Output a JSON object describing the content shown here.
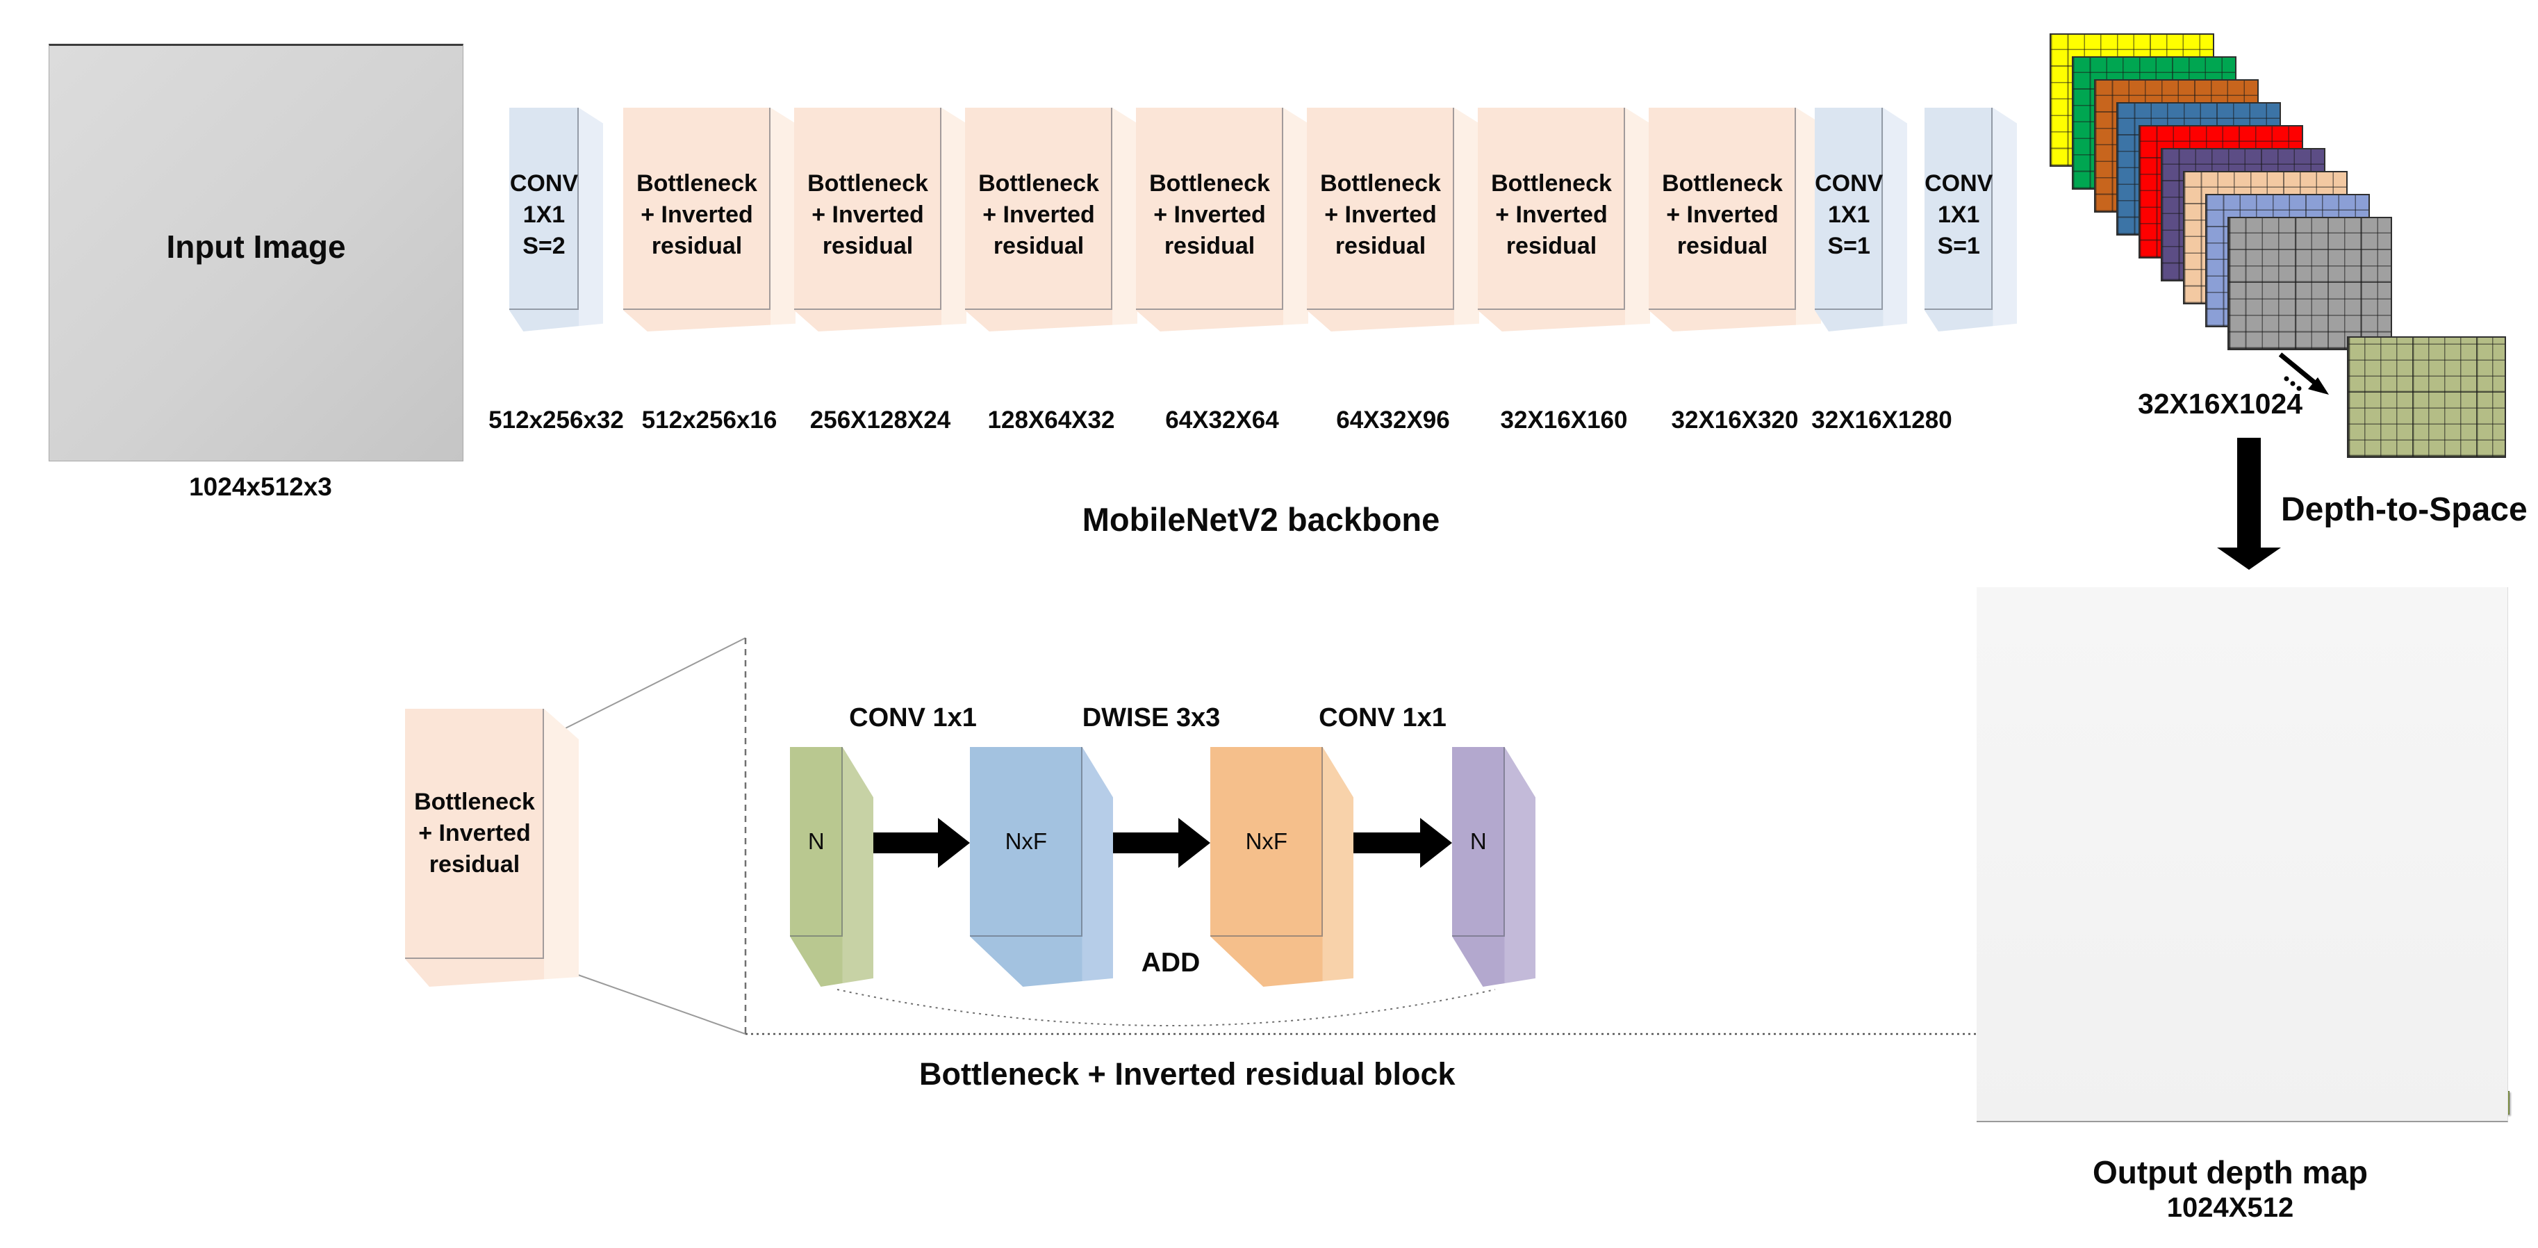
{
  "backbone": {
    "title": "MobileNetV2 backbone",
    "input": {
      "label": "Input Image",
      "caption": "1024x512x3"
    },
    "blocks": [
      {
        "kind": "conv",
        "lines": [
          "CONV",
          "1X1",
          "S=2"
        ],
        "caption": "512x256x32"
      },
      {
        "kind": "bottleneck",
        "lines": [
          "Bottleneck",
          "+ Inverted",
          "residual"
        ],
        "caption": "512x256x16"
      },
      {
        "kind": "bottleneck",
        "lines": [
          "Bottleneck",
          "+ Inverted",
          "residual"
        ],
        "caption": "256X128X24"
      },
      {
        "kind": "bottleneck",
        "lines": [
          "Bottleneck",
          "+ Inverted",
          "residual"
        ],
        "caption": "128X64X32"
      },
      {
        "kind": "bottleneck",
        "lines": [
          "Bottleneck",
          "+ Inverted",
          "residual"
        ],
        "caption": "64X32X64"
      },
      {
        "kind": "bottleneck",
        "lines": [
          "Bottleneck",
          "+ Inverted",
          "residual"
        ],
        "caption": "64X32X96"
      },
      {
        "kind": "bottleneck",
        "lines": [
          "Bottleneck",
          "+ Inverted",
          "residual"
        ],
        "caption": "32X16X160"
      },
      {
        "kind": "bottleneck",
        "lines": [
          "Bottleneck",
          "+ Inverted",
          "residual"
        ],
        "caption": "32X16X320"
      },
      {
        "kind": "conv",
        "lines": [
          "CONV",
          "1X1",
          "S=1"
        ],
        "caption": "32X16X1280"
      },
      {
        "kind": "conv",
        "lines": [
          "CONV",
          "1X1",
          "S=1"
        ],
        "caption": ""
      }
    ],
    "colors": {
      "conv_front": "#dbe5f1",
      "conv_side": "#e8eef7",
      "bottleneck_front": "#fbe5d7",
      "bottleneck_side": "#fdf0e6"
    }
  },
  "feature_stack": {
    "caption": "32X16X1024",
    "layer_colors": [
      "#ffff00",
      "#00a651",
      "#c8651d",
      "#3c74a6",
      "#fe0000",
      "#5c4d85",
      "#f3c9a2",
      "#8b9fd6",
      "#a0a0a0"
    ],
    "front_grid_color": "#b4bd86"
  },
  "depth_to_space": {
    "label": "Depth-to-Space"
  },
  "output_map": {
    "caption_title": "Output depth map",
    "caption_size": "1024X512",
    "rows": 4,
    "cols": 4,
    "cell_colors": [
      "#ffff00",
      "#00a651",
      "#8c4a16",
      "#3c74a6",
      "#fe0000",
      "#5c4d85",
      "#f3c9a2",
      "#8fb4dc",
      "#7f7f7f"
    ],
    "separator_color": "#879a48"
  },
  "residual_detail": {
    "title": "Bottleneck + Inverted residual block",
    "block_lines": [
      "Bottleneck",
      "+ Inverted",
      "residual"
    ],
    "stage_labels": [
      "CONV 1x1",
      "DWISE 3x3",
      "CONV 1x1"
    ],
    "nodes": [
      {
        "text": "N",
        "color": "#b9c890",
        "side": "#c7d2a5"
      },
      {
        "text": "NxF",
        "color": "#a3c2e0",
        "side": "#b6cde8"
      },
      {
        "text": "NxF",
        "color": "#f5bf8b",
        "side": "#f8d2aa"
      },
      {
        "text": "N",
        "color": "#b3a8ce",
        "side": "#c3bad9"
      }
    ],
    "add_label": "ADD"
  }
}
